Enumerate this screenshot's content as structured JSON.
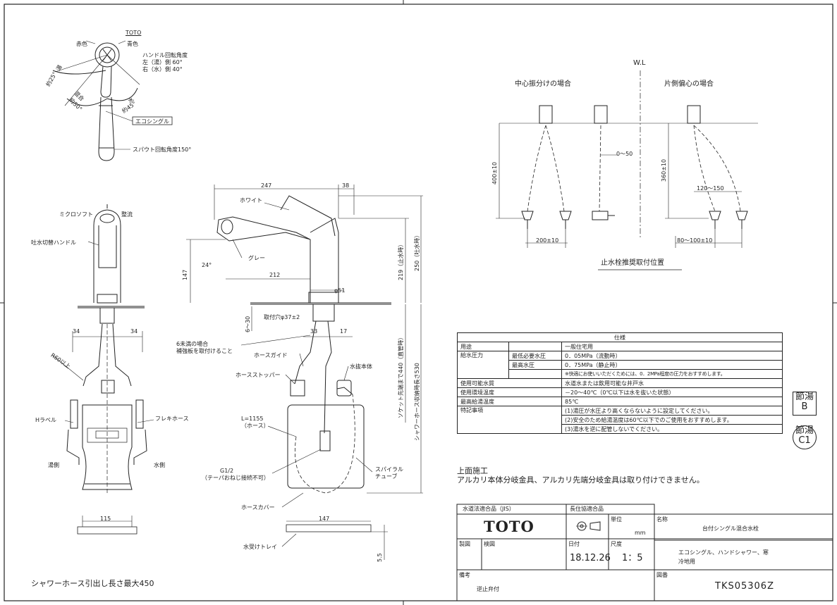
{
  "top_view": {
    "brand": "TOTO",
    "red_label": "赤色",
    "blue_label": "青色",
    "handle_angle_title": "ハンドル回転角度",
    "handle_angle_left": "左（湯）側 60°",
    "handle_angle_right": "右（水）側 40°",
    "hot_angle": "湯",
    "hot_angle_val": "約25°",
    "mix_angle": "混合",
    "mix_angle_val": "約50°",
    "cold_angle": "水",
    "cold_angle_val": "約45°",
    "eco_single": "エコシングル",
    "spout_rotation": "スパウト回転角度150°"
  },
  "front_view": {
    "micro_soft": "ミクロソフト",
    "straight_flow": "整流",
    "switch_handle": "吐水切替ハンドル",
    "dim_34_left": "34",
    "dim_34_right": "34",
    "r60": "R60以上",
    "h_label": "Hラベル",
    "flex_hose": "フレキホース",
    "hot_side": "湯側",
    "cold_side": "水側",
    "dim_115": "115",
    "shower_pull": "シャワーホース引出し長さ最大450"
  },
  "side_view": {
    "dim_247": "247",
    "dim_38": "38",
    "white": "ホワイト",
    "dim_147": "147",
    "angle_24": "24°",
    "gray": "グレー",
    "dim_212": "212",
    "dim_51": "φ51",
    "dim_219": "219（止水時）",
    "dim_250": "250（吐水時）",
    "mount_hole": "取付穴φ37±2",
    "dim_6_30": "6〜30",
    "dim_33": "33",
    "dim_17": "17",
    "note_6": "6未満の場合",
    "note_6b": "補強板を取付けること",
    "hose_guide": "ホースガイド",
    "hose_stopper": "ホースストッパー",
    "water_body": "水抜本体",
    "l_1155": "L=1155",
    "hose_paren": "（ホース）",
    "g12": "G1/2",
    "taper": "（テーパおねじ接続不可）",
    "spiral": "スパイラル",
    "tube": "チューブ",
    "hose_cover": "ホースカバー",
    "dim_147b": "147",
    "water_tray": "水受けトレイ",
    "dim_5_5": "5.5",
    "socket_440": "ソケット先端まで440（直管時）",
    "hose_530": "シャワーホース収納時長さ530"
  },
  "valve_view": {
    "wl": "W.L",
    "center_title": "中心振分けの場合",
    "side_title": "片側偏心の場合",
    "dim_400": "400±10",
    "dim_360": "360±10",
    "dim_0_50": "0〜50",
    "dim_120_150": "120〜150",
    "dim_200": "200±10",
    "dim_80_100": "80〜100±10",
    "caption": "止水栓推奨取付位置"
  },
  "spec": {
    "title": "仕様",
    "rows": [
      {
        "a": "用途",
        "b": "",
        "c": "一般住宅用"
      },
      {
        "a": "給水圧力",
        "b": "最低必要水圧",
        "c": "0．05MPa（流動時）"
      },
      {
        "a": "",
        "b": "最高水圧",
        "c": "0．75MPa（静止時）"
      },
      {
        "a": "",
        "b": "",
        "c": "※快適にお使いいただくためには、0．2MPa程度の圧力をおすすめします。"
      },
      {
        "a": "使用可能水質",
        "b": "",
        "c": "水道水または飲用可能な井戸水"
      },
      {
        "a": "使用環境温度",
        "b": "",
        "c": "－20〜40℃（0℃以下は水を抜いた状態）"
      },
      {
        "a": "最高給湯温度",
        "b": "",
        "c": "85℃"
      },
      {
        "a": "特記事項",
        "b": "",
        "c": "(1)湯圧が水圧より高くならないように設定してください。"
      },
      {
        "a": "",
        "b": "",
        "c": "(2)安全のため給湯温度は60℃以下でのご使用をおすすめします。"
      },
      {
        "a": "",
        "b": "",
        "c": "(3)湯水を逆に配管しないでください。"
      }
    ]
  },
  "stamps": {
    "s1_top": "節湯",
    "s1_bottom": "B",
    "s2_top": "節湯",
    "s2_bottom": "C1"
  },
  "notes": {
    "top_install": "上面施工",
    "alkali": "アルカリ本体分岐金具、アルカリ先端分岐金具は取り付けできません。"
  },
  "title_block": {
    "jis": "水道法適合品（JIS）",
    "chosei": "長住協適合品",
    "logo": "TOTO",
    "unit_label": "単位",
    "unit": "mm",
    "name_label": "名称",
    "name": "台付シングル混合水栓",
    "drawn": "製図",
    "checked": "検図",
    "date_label": "日付",
    "date": "18.12.26",
    "scale_label": "尺度",
    "scale": "1：5",
    "desc_line1": "エコシングル、ハンドシャワー、寒",
    "desc_line2": "冷地用",
    "remarks_label": "備考",
    "remarks": "逆止弁付",
    "drawing_no_label": "図番",
    "drawing_no": "TKS05306Z"
  }
}
